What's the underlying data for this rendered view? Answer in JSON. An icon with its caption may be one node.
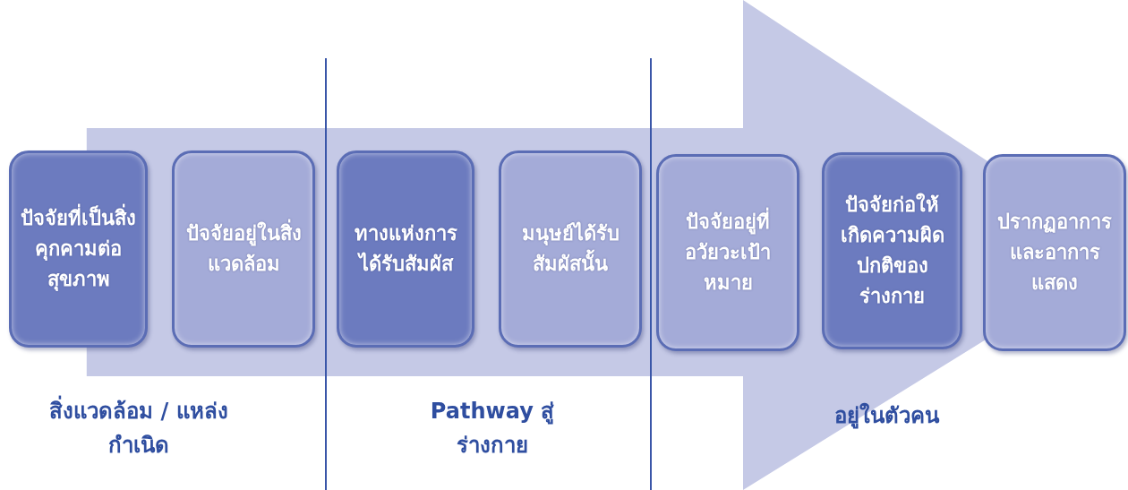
{
  "diagram": {
    "nodes": [
      {
        "text": [
          "ปัจจัยที่เป็นสิ่งคุกคามต่อสุขภาพ"
        ]
      },
      {
        "text": [
          "ปัจจัยอยู่ในสิ่งแวดล้อม"
        ]
      },
      {
        "text": [
          "ทางแห่งการได้รับสัมผัส"
        ]
      },
      {
        "text": [
          "มนุษย์ได้รับสัมผัสนั้น"
        ]
      },
      {
        "text": [
          "ปัจจัยอยู่ที่อวัยวะเป้าหมาย"
        ]
      },
      {
        "text": [
          "ปัจจัยก่อให้เกิดความผิดปกติของร่างกาย"
        ]
      },
      {
        "text": [
          "ปรากฏอาการและอาการแสดง"
        ]
      }
    ],
    "edges": [
      {
        "from": 0,
        "to": 6,
        "arrow": "to"
      }
    ],
    "labels": [
      "สิ่งแวดล้อม / แหล่งกำเนิด",
      "Pathway สู่ร่างกาย",
      "อยู่ในตัวคน"
    ]
  }
}
